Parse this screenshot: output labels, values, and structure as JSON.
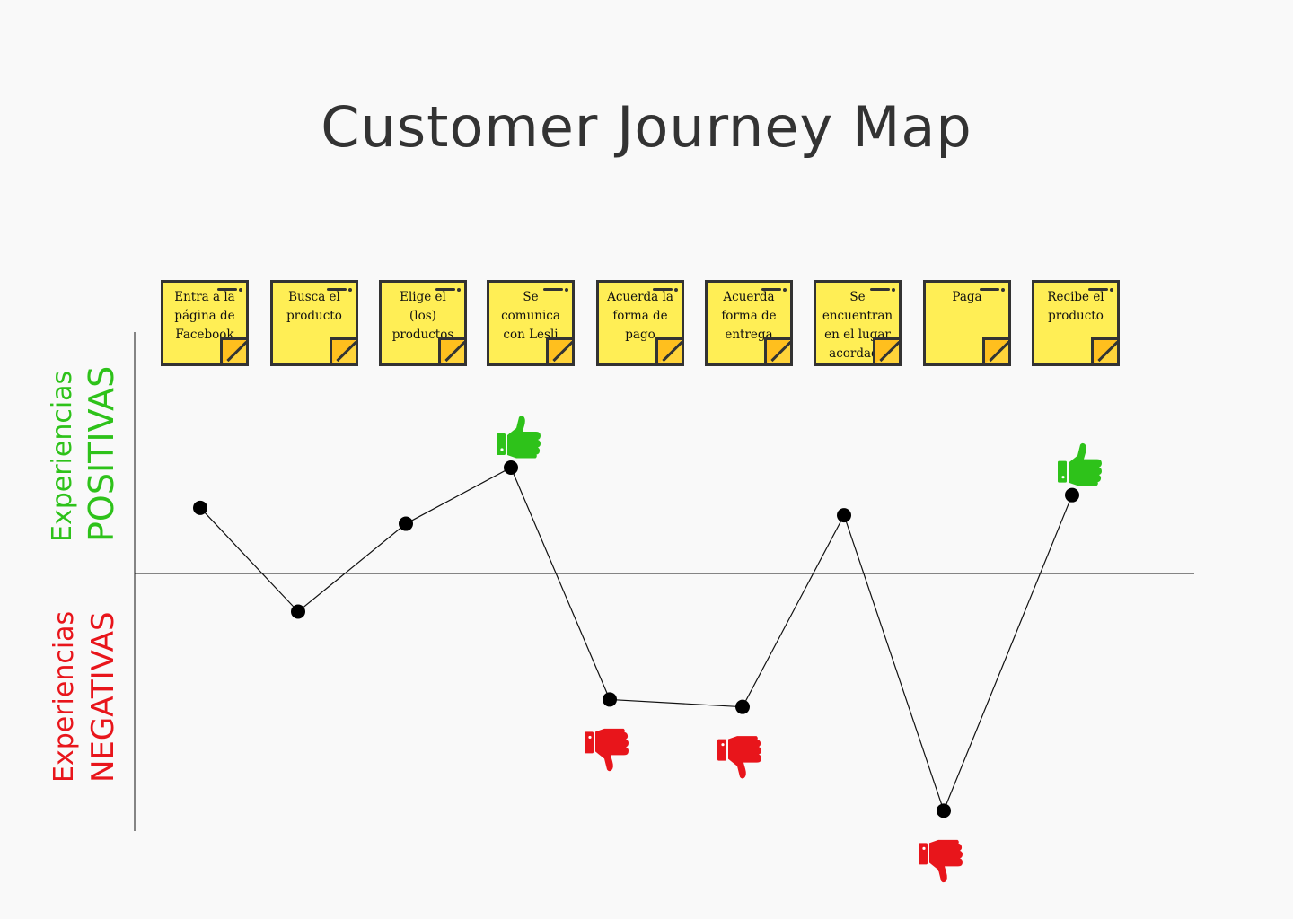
{
  "title": "Customer Journey Map",
  "steps": [
    {
      "label": "Entra a la página de Facebook",
      "score": 0.62
    },
    {
      "label": "Busca el producto",
      "score": -0.36
    },
    {
      "label": "Elige el (los) productos",
      "score": 0.47
    },
    {
      "label": "Se comunica con Lesli",
      "score": 1.0
    },
    {
      "label": "Acuerda la forma de pago",
      "score": -1.19
    },
    {
      "label": "Acuerda forma de entrega",
      "score": -1.26
    },
    {
      "label": "Se encuentran en el lugar acordado",
      "score": 0.55
    },
    {
      "label": "Paga",
      "score": -2.24
    },
    {
      "label": "Recibe el producto",
      "score": 0.74
    }
  ],
  "axis": {
    "positive": {
      "line1": "Experiencias",
      "line2": "POSITIVAS",
      "color": "#2ec21a"
    },
    "negative": {
      "line1": "Experiencias",
      "line2": "NEGATIVAS",
      "color": "#e8151b"
    }
  },
  "reactions": [
    {
      "step": 3,
      "kind": "thumbs-up",
      "color": "#2ec21a"
    },
    {
      "step": 4,
      "kind": "thumbs-down",
      "color": "#e8151b"
    },
    {
      "step": 5,
      "kind": "thumbs-down",
      "color": "#e8151b"
    },
    {
      "step": 7,
      "kind": "thumbs-down",
      "color": "#e8151b"
    },
    {
      "step": 8,
      "kind": "thumbs-up",
      "color": "#2ec21a"
    }
  ],
  "colors": {
    "note": "#ffee55",
    "line": "#111111"
  }
}
